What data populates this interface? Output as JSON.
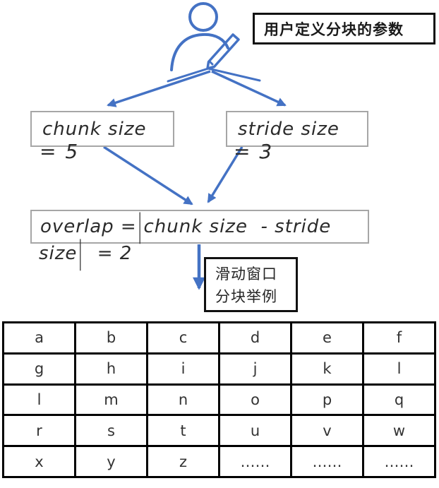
{
  "colors": {
    "accent_blue": "#4472C4",
    "box_border_gray": "#a6a6a6",
    "ink": "#2b2b2b",
    "frame_black": "#111111"
  },
  "header": {
    "label": "用户定义分块的参数"
  },
  "flow": {
    "chunk_box": {
      "label": "chunk size",
      "value_note": "= 5"
    },
    "stride_box": {
      "label": "stride size",
      "value_note": "= 3"
    },
    "overlap_box": {
      "line1_pre": "overlap =",
      "line1_bar": "|",
      "line1_post": "chunk size  - stride",
      "line2_pre": "size",
      "line2_bar": "|",
      "line2_post": "  = 2"
    },
    "sliding_label": {
      "line1": "滑动窗口",
      "line2": "分块举例"
    }
  },
  "table": {
    "rows": [
      [
        "a",
        "b",
        "c",
        "d",
        "e",
        "f"
      ],
      [
        "g",
        "h",
        "i",
        "j",
        "k",
        "l"
      ],
      [
        "l",
        "m",
        "n",
        "o",
        "p",
        "q"
      ],
      [
        "r",
        "s",
        "t",
        "u",
        "v",
        "w"
      ],
      [
        "x",
        "y",
        "z",
        "……",
        "……",
        "……"
      ]
    ]
  }
}
